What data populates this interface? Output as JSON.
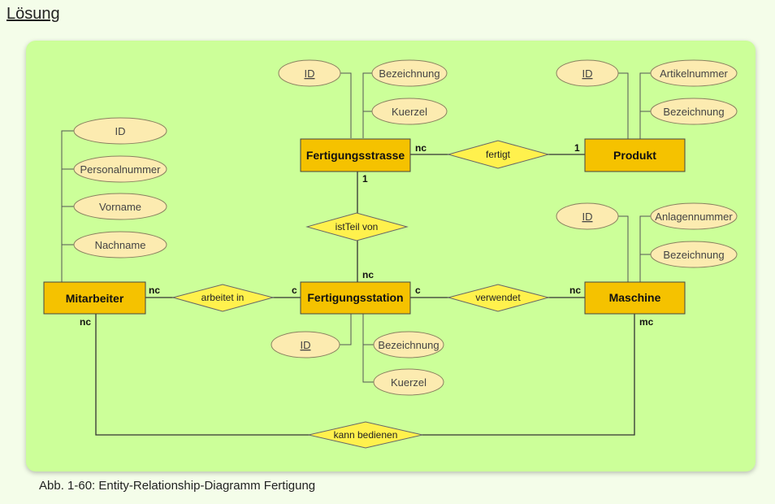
{
  "heading": "Lösung",
  "caption": "Abb. 1-60: Entity-Relationship-Diagramm Fertigung",
  "entities": {
    "fertigungsstrasse": "Fertigungsstrasse",
    "produkt": "Produkt",
    "mitarbeiter": "Mitarbeiter",
    "fertigungsstation": "Fertigungsstation",
    "maschine": "Maschine"
  },
  "relationships": {
    "fertigt": "fertigt",
    "istteil": "istTeil von",
    "arbeitet": "arbeitet in",
    "verwendet": "verwendet",
    "kann": "kann bedienen"
  },
  "attributes": {
    "fs_id": "ID",
    "fs_bez": "Bezeichnung",
    "fs_kuerzel": "Kuerzel",
    "pr_id": "ID",
    "pr_artikel": "Artikelnummer",
    "pr_bez": "Bezeichnung",
    "ma_id": "ID",
    "ma_pers": "Personalnummer",
    "ma_vor": "Vorname",
    "ma_nach": "Nachname",
    "st_id": "ID",
    "st_bez": "Bezeichnung",
    "st_kuerzel": "Kuerzel",
    "mc_id": "ID",
    "mc_anlagen": "Anlagennummer",
    "mc_bez": "Bezeichnung"
  },
  "cardinalities": {
    "fs_fertigt": "nc",
    "pr_fertigt": "1",
    "fs_istteil": "1",
    "st_istteil": "nc",
    "ma_arbeitet": "nc",
    "st_arbeitet": "c",
    "st_verwendet": "c",
    "mc_verwendet": "nc",
    "ma_kann": "nc",
    "mc_kann": "mc"
  }
}
